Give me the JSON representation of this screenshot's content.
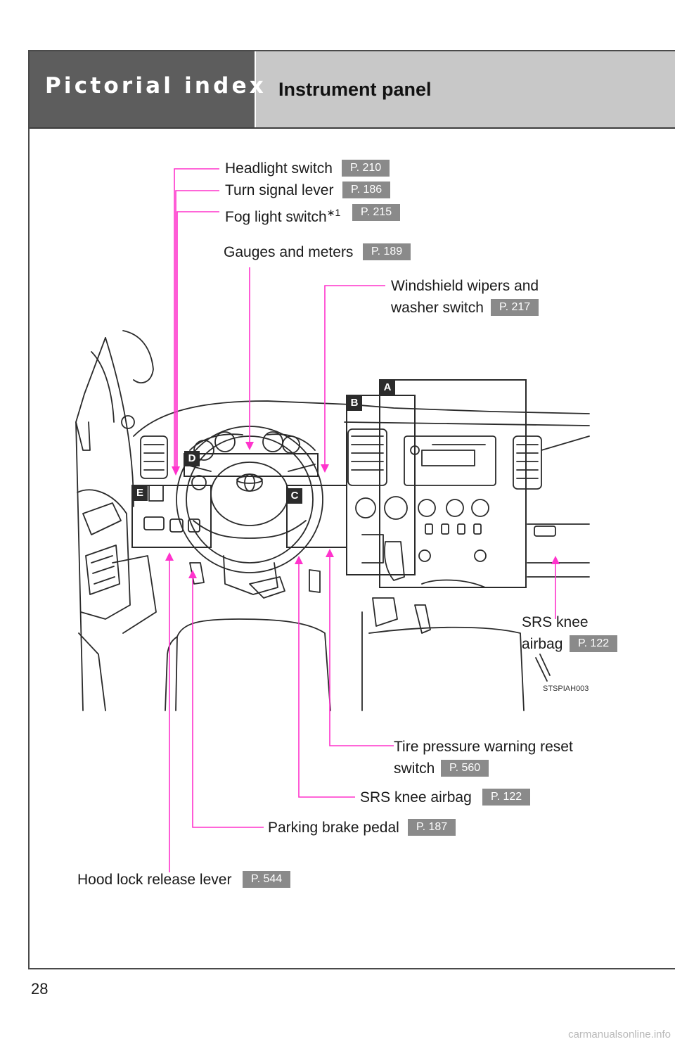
{
  "header": {
    "section_title": "Pictorial index",
    "page_title": "Instrument panel"
  },
  "callouts": {
    "headlight": {
      "label": "Headlight switch",
      "page": "P. 210"
    },
    "turn_signal": {
      "label": "Turn signal lever",
      "page": "P. 186"
    },
    "fog_light": {
      "label": "Fog light switch",
      "footnote": "∗1",
      "page": "P. 215"
    },
    "gauges": {
      "label": "Gauges and meters",
      "page": "P. 189"
    },
    "wipers": {
      "label_line1": "Windshield wipers and",
      "label_line2": "washer switch",
      "page": "P. 217"
    },
    "srs_knee_right": {
      "label_line1": "SRS knee",
      "label_line2": "airbag",
      "page": "P. 122"
    },
    "tire_pressure": {
      "label_line1": "Tire pressure warning reset",
      "label_line2": "switch",
      "page": "P. 560"
    },
    "srs_knee_left": {
      "label": "SRS knee airbag",
      "page": "P. 122"
    },
    "parking_brake": {
      "label": "Parking brake pedal",
      "page": "P. 187"
    },
    "hood_lock": {
      "label": "Hood lock release lever",
      "page": "P. 544"
    }
  },
  "illustration": {
    "code": "STSPIAH003",
    "letter_tags": [
      "A",
      "B",
      "C",
      "D",
      "E"
    ],
    "leader_color": "#ff33cc"
  },
  "footer": {
    "page_number": "28",
    "watermark": "carmanualsonline.info"
  }
}
